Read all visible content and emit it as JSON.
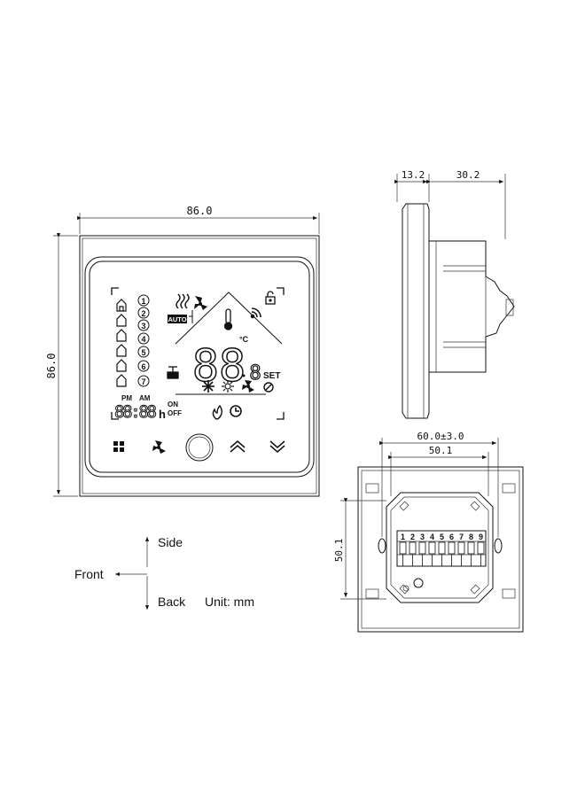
{
  "front_view": {
    "width_label": "86.0",
    "height_label": "86.0",
    "lcd": {
      "auto_label": "AUTO",
      "celsius_label": "°C",
      "set_label": "SET",
      "pm_label": "PM",
      "am_label": "AM",
      "on_label": "ON",
      "off_label": "OFF",
      "hour_label": "h",
      "temp_digits": "88",
      "set_digit": "8",
      "clock_digits": "88:88",
      "program_numbers": [
        "1",
        "2",
        "3",
        "4",
        "5",
        "6",
        "7"
      ]
    },
    "buttons": [
      "menu-button",
      "fan-button",
      "power-button",
      "up-button",
      "down-button"
    ]
  },
  "side_view": {
    "front_depth_label": "13.2",
    "back_depth_label": "30.2"
  },
  "back_view": {
    "hole_spacing_label": "60.0±3.0",
    "inner_width_label": "50.1",
    "inner_height_label": "50.1",
    "terminal_numbers": [
      "1",
      "2",
      "3",
      "4",
      "5",
      "6",
      "7",
      "8",
      "9"
    ]
  },
  "legend": {
    "side_label": "Side",
    "front_label": "Front",
    "back_label": "Back",
    "unit_label": "Unit: mm"
  }
}
